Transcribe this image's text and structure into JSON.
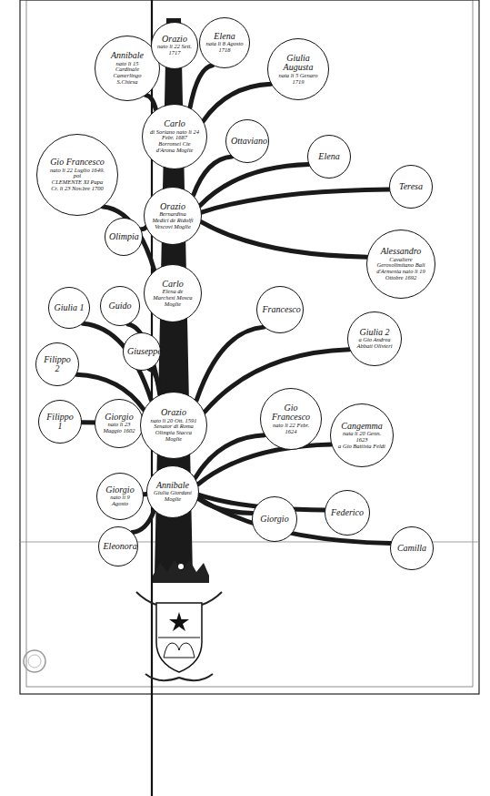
{
  "diagram": {
    "nodes": [
      {
        "text": [
          "Annibale",
          "nato li 15",
          "Cardinale Camerlingo S.Chiesa"
        ]
      },
      {
        "text": [
          "Orazio",
          "nato li 22 Sett. 1717"
        ]
      },
      {
        "text": [
          "Elena",
          "nata li 8 Agosto 1718"
        ]
      },
      {
        "text": [
          "Giulia Augusta",
          "nata li 5 Genaro 1719"
        ]
      },
      {
        "text": [
          "Carlo",
          "di Soriano nato li 24 Febr. 1687",
          "Borromei Cte d'Arona Moglie"
        ]
      },
      {
        "text": [
          "Gio Francesco",
          "nato li 22 Luglio 1649. poi",
          "CLEMENTE XI Papa",
          "Cr. li 23 Nov.bre 1700"
        ]
      },
      {
        "text": [
          "Ottaviano"
        ]
      },
      {
        "text": [
          "Elena"
        ]
      },
      {
        "text": [
          "Teresa"
        ]
      },
      {
        "text": [
          "Orazio",
          "Bernardina Medici de Ridolfi Vescovi Moglie"
        ]
      },
      {
        "text": [
          "Olimpia"
        ]
      },
      {
        "text": [
          "Alessandro",
          "Cavaliere Gerosolimitano Bali d'Armenia nato li 19 Ottobre 1692"
        ]
      },
      {
        "text": [
          "Carlo",
          "Elena de Marchesi Mosca Moglie"
        ]
      },
      {
        "text": [
          "Giulia 1"
        ]
      },
      {
        "text": [
          "Guido"
        ]
      },
      {
        "text": [
          "Francesco"
        ]
      },
      {
        "text": [
          "Giuseppe"
        ]
      },
      {
        "text": [
          "Giulia 2",
          "a Gio Andrea Abbati Olivieri"
        ]
      },
      {
        "text": [
          "Filippo 2"
        ]
      },
      {
        "text": [
          "Filippo 1"
        ]
      },
      {
        "text": [
          "Giorgio",
          "nato li 23 Maggio 1602"
        ]
      },
      {
        "text": [
          "Orazio",
          "nato li 20 Ott. 1591 Senator di Roma",
          "Olimpia Stacca Moglie"
        ]
      },
      {
        "text": [
          "Gio Francesco",
          "nato li 22 Febr. 1624"
        ]
      },
      {
        "text": [
          "Cangemma",
          "nata li 20 Genn. 1623",
          "a Gio Battista Feldi"
        ]
      },
      {
        "text": [
          "Giorgio",
          "nato li 9 Agosto"
        ]
      },
      {
        "text": [
          "Annibale",
          "Giulia Giordani Moglie"
        ]
      },
      {
        "text": [
          "Giorgio"
        ]
      },
      {
        "text": [
          "Federico"
        ]
      },
      {
        "text": [
          "Eleonora"
        ]
      },
      {
        "text": [
          "Camilla"
        ]
      }
    ],
    "edges": [
      {
        "from": 25,
        "to": 21,
        "arrow": "none"
      },
      {
        "from": 21,
        "to": 12,
        "arrow": "none"
      },
      {
        "from": 12,
        "to": 9,
        "arrow": "none"
      },
      {
        "from": 9,
        "to": 4,
        "arrow": "none"
      },
      {
        "from": 25,
        "to": 24,
        "arrow": "none"
      },
      {
        "from": 25,
        "to": 28,
        "arrow": "none"
      },
      {
        "from": 25,
        "to": 22,
        "arrow": "none"
      },
      {
        "from": 25,
        "to": 23,
        "arrow": "none"
      },
      {
        "from": 25,
        "to": 26,
        "arrow": "none"
      },
      {
        "from": 25,
        "to": 27,
        "arrow": "none"
      },
      {
        "from": 25,
        "to": 29,
        "arrow": "none"
      },
      {
        "from": 21,
        "to": 19,
        "arrow": "none"
      },
      {
        "from": 21,
        "to": 20,
        "arrow": "none"
      },
      {
        "from": 21,
        "to": 18,
        "arrow": "none"
      },
      {
        "from": 21,
        "to": 16,
        "arrow": "none"
      },
      {
        "from": 21,
        "to": 13,
        "arrow": "none"
      },
      {
        "from": 21,
        "to": 14,
        "arrow": "none"
      },
      {
        "from": 21,
        "to": 15,
        "arrow": "none"
      },
      {
        "from": 21,
        "to": 17,
        "arrow": "none"
      },
      {
        "from": 12,
        "to": 5,
        "arrow": "none"
      },
      {
        "from": 9,
        "to": 10,
        "arrow": "none"
      },
      {
        "from": 9,
        "to": 6,
        "arrow": "none"
      },
      {
        "from": 9,
        "to": 7,
        "arrow": "none"
      },
      {
        "from": 9,
        "to": 8,
        "arrow": "none"
      },
      {
        "from": 9,
        "to": 11,
        "arrow": "none"
      },
      {
        "from": 4,
        "to": 0,
        "arrow": "none"
      },
      {
        "from": 4,
        "to": 1,
        "arrow": "none"
      },
      {
        "from": 4,
        "to": 2,
        "arrow": "none"
      },
      {
        "from": 4,
        "to": 3,
        "arrow": "none"
      }
    ]
  }
}
